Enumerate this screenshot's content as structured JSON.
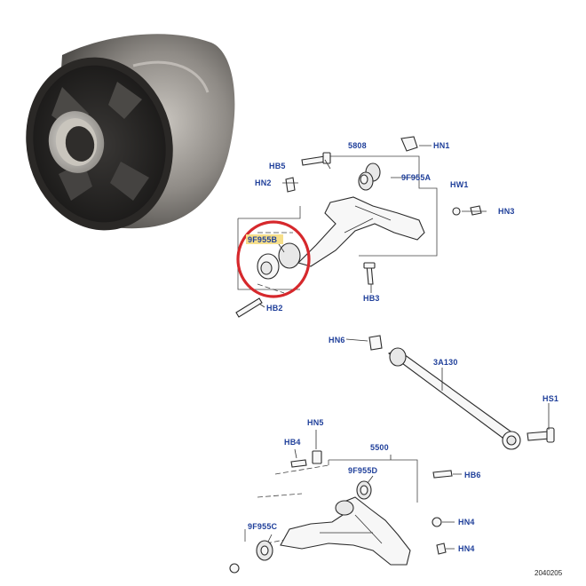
{
  "diagram": {
    "labels": {
      "hn1": "HN1",
      "p5808": "5808",
      "hb5": "HB5",
      "p9f955a": "9F955A",
      "hn2": "HN2",
      "hw1": "HW1",
      "hn3": "HN3",
      "p9f955b": "9F955B",
      "hb3": "HB3",
      "hb2": "HB2",
      "hn6": "HN6",
      "p3a130": "3A130",
      "hs1": "HS1",
      "hn5": "HN5",
      "hb4": "HB4",
      "p5500": "5500",
      "p9f955d": "9F955D",
      "hb6": "HB6",
      "hn4a": "HN4",
      "p9f955c": "9F955C",
      "hn4b": "HN4"
    },
    "figure_code": "2040205",
    "highlight_color": "#d6282c",
    "label_color": "#1f3f9a"
  }
}
